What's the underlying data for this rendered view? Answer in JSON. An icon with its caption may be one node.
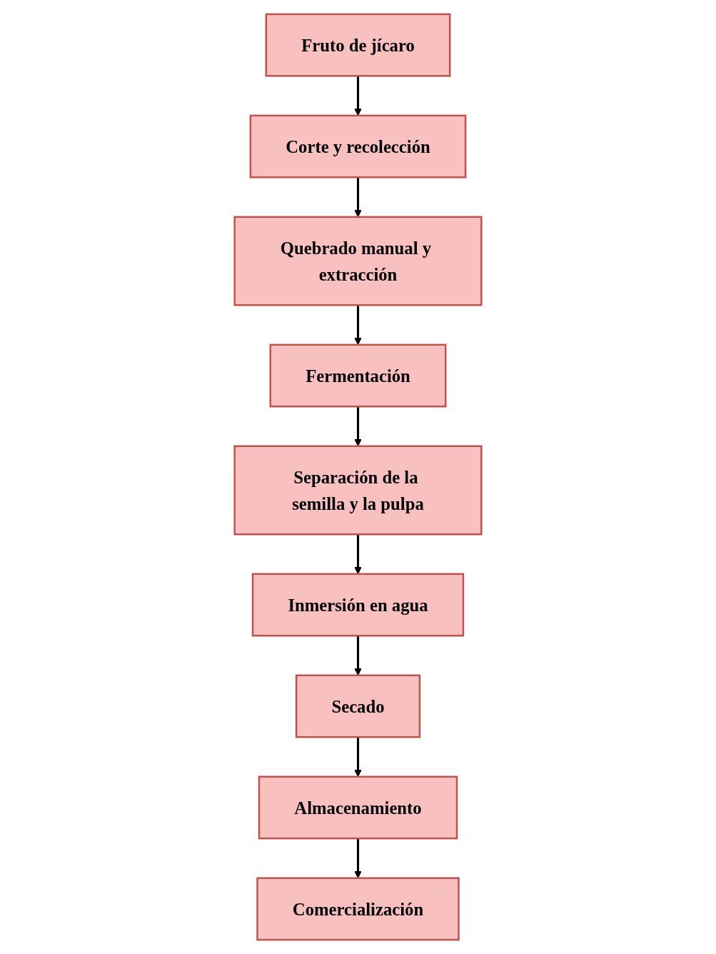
{
  "diagram": {
    "nodes": [
      {
        "text": [
          "Fruto de jícaro"
        ]
      },
      {
        "text": [
          "Corte y recolección"
        ]
      },
      {
        "text": [
          "Quebrado manual y extracción"
        ]
      },
      {
        "text": [
          "Fermentación"
        ]
      },
      {
        "text": [
          "Separación de la semilla y la pulpa"
        ]
      },
      {
        "text": [
          "Inmersión en agua"
        ]
      },
      {
        "text": [
          "Secado"
        ]
      },
      {
        "text": [
          "Almacenamiento"
        ]
      },
      {
        "text": [
          "Comercialización"
        ]
      }
    ],
    "edges": [
      {
        "from": 0,
        "to": 1,
        "arrow": "to"
      },
      {
        "from": 1,
        "to": 2,
        "arrow": "to"
      },
      {
        "from": 2,
        "to": 3,
        "arrow": "to"
      },
      {
        "from": 3,
        "to": 4,
        "arrow": "to"
      },
      {
        "from": 4,
        "to": 5,
        "arrow": "to"
      },
      {
        "from": 5,
        "to": 6,
        "arrow": "to"
      },
      {
        "from": 6,
        "to": 7,
        "arrow": "to"
      },
      {
        "from": 7,
        "to": 8,
        "arrow": "to"
      }
    ]
  }
}
